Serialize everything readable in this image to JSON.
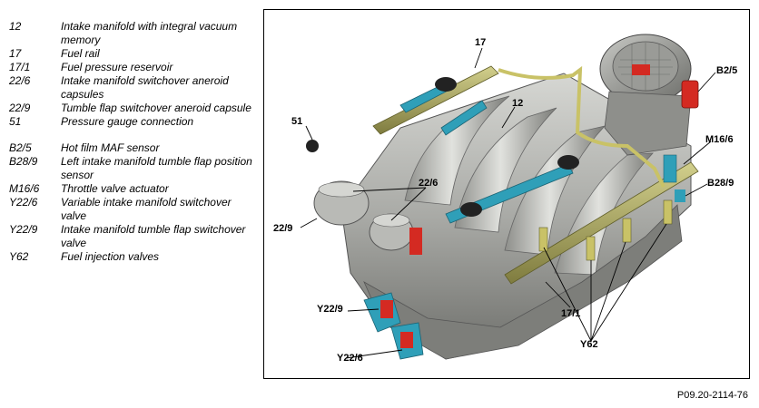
{
  "legend": {
    "group1": [
      {
        "code": "12",
        "desc": "Intake manifold with integral vacuum memory"
      },
      {
        "code": "17",
        "desc": "Fuel rail"
      },
      {
        "code": "17/1",
        "desc": "Fuel pressure reservoir"
      },
      {
        "code": "22/6",
        "desc": "Intake manifold switchover aneroid capsules"
      },
      {
        "code": "22/9",
        "desc": "Tumble flap switchover aneroid capsule"
      },
      {
        "code": "51",
        "desc": "Pressure gauge connection"
      }
    ],
    "group2": [
      {
        "code": "B2/5",
        "desc": "Hot film MAF sensor"
      },
      {
        "code": "B28/9",
        "desc": "Left intake manifold tumble flap position sensor"
      },
      {
        "code": "M16/6",
        "desc": "Throttle valve actuator"
      },
      {
        "code": "Y22/6",
        "desc": "Variable intake manifold switchover valve"
      },
      {
        "code": "Y22/9",
        "desc": "Intake manifold tumble flap switchover valve"
      },
      {
        "code": "Y62",
        "desc": "Fuel injection valves"
      }
    ]
  },
  "callouts": {
    "c17": "17",
    "b25": "B2/5",
    "c12": "12",
    "c51": "51",
    "m166": "M16/6",
    "c226": "22/6",
    "b289": "B28/9",
    "c229": "22/9",
    "y229": "Y22/9",
    "c171": "17/1",
    "y226": "Y22/6",
    "y62": "Y62"
  },
  "figure_id": "P09.20-2114-76",
  "colors": {
    "manifold": "#a9aaa6",
    "fuel_rail": "#9c9a5a",
    "bracket": "#2f9fb8",
    "sensor_red": "#d42a22",
    "pipe": "#c9c267"
  }
}
